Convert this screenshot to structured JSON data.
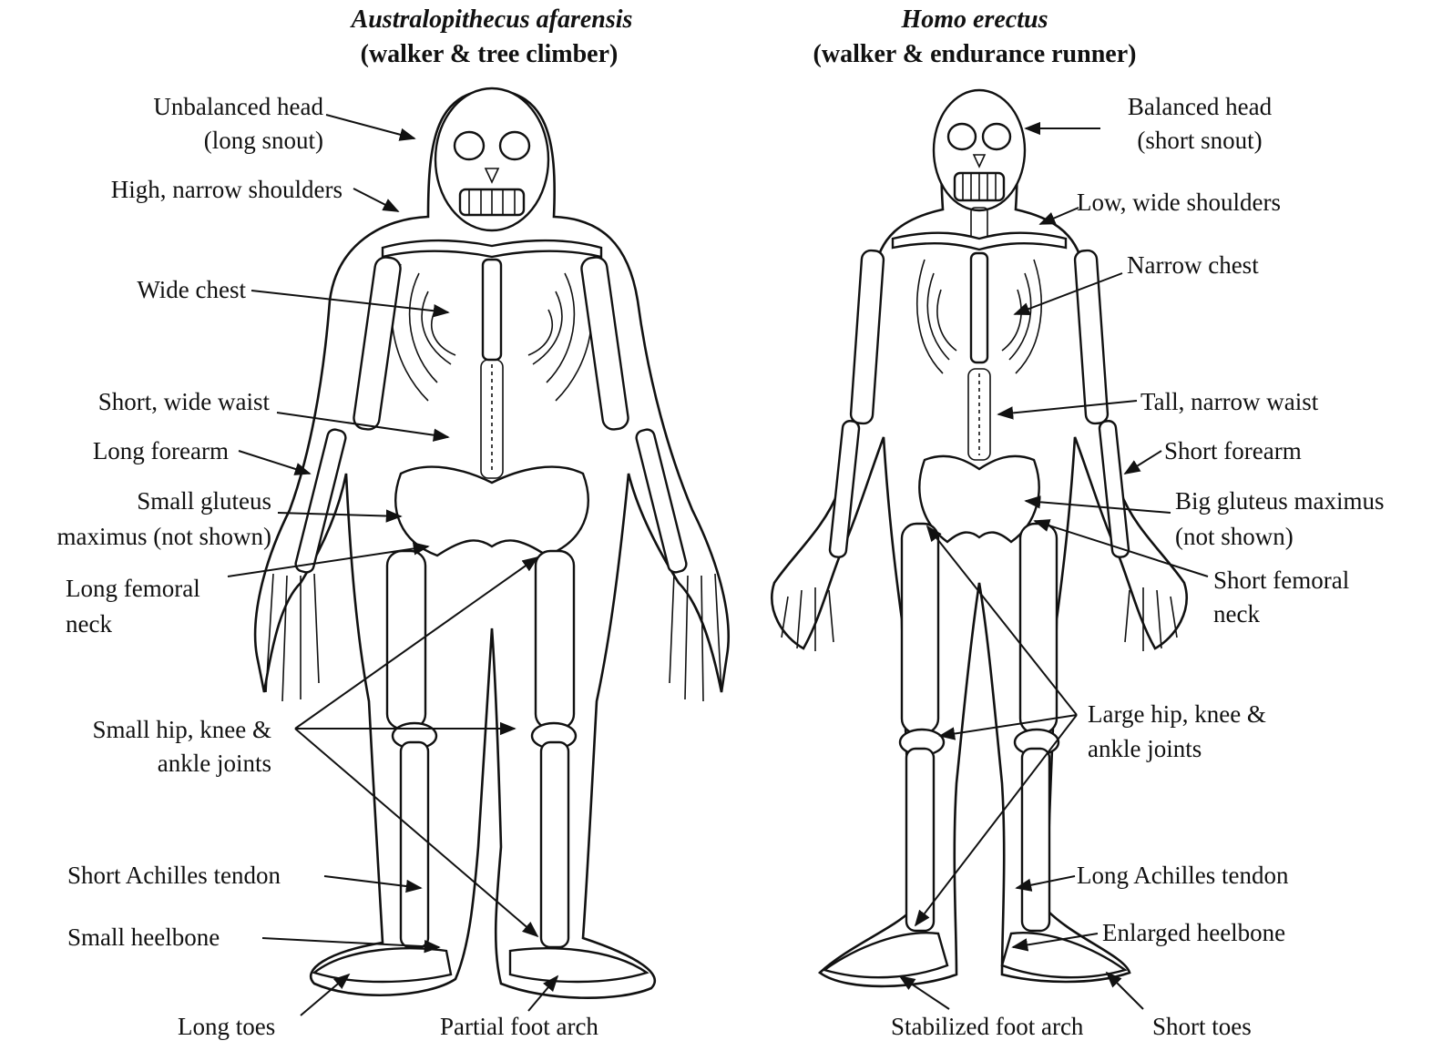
{
  "titles": {
    "left_species": "Australopithecus afarensis",
    "left_desc": "(walker & tree climber)",
    "right_species": "Homo erectus",
    "right_desc": "(walker & endurance runner)"
  },
  "left_labels": {
    "head_1": "Unbalanced head",
    "head_2": "(long snout)",
    "shoulders": "High, narrow shoulders",
    "chest": "Wide chest",
    "waist": "Short, wide waist",
    "forearm": "Long forearm",
    "gluteus_1": "Small gluteus",
    "gluteus_2": "maximus (not shown)",
    "femoral_1": "Long femoral",
    "femoral_2": "neck",
    "joints_1": "Small hip, knee &",
    "joints_2": "ankle joints",
    "achilles": "Short Achilles tendon",
    "heelbone": "Small heelbone",
    "toes": "Long toes",
    "arch": "Partial foot arch"
  },
  "right_labels": {
    "head_1": "Balanced head",
    "head_2": "(short snout)",
    "shoulders": "Low, wide shoulders",
    "chest": "Narrow chest",
    "waist": "Tall, narrow waist",
    "forearm": "Short forearm",
    "gluteus_1": "Big gluteus maximus",
    "gluteus_2": "(not shown)",
    "femoral_1": "Short femoral",
    "femoral_2": "neck",
    "joints_1": "Large hip, knee &",
    "joints_2": "ankle joints",
    "achilles": "Long Achilles tendon",
    "heelbone": "Enlarged heelbone",
    "arch": "Stabilized foot arch",
    "toes": "Short toes"
  },
  "colors": {
    "ink": "#111111",
    "paper": "#ffffff"
  }
}
